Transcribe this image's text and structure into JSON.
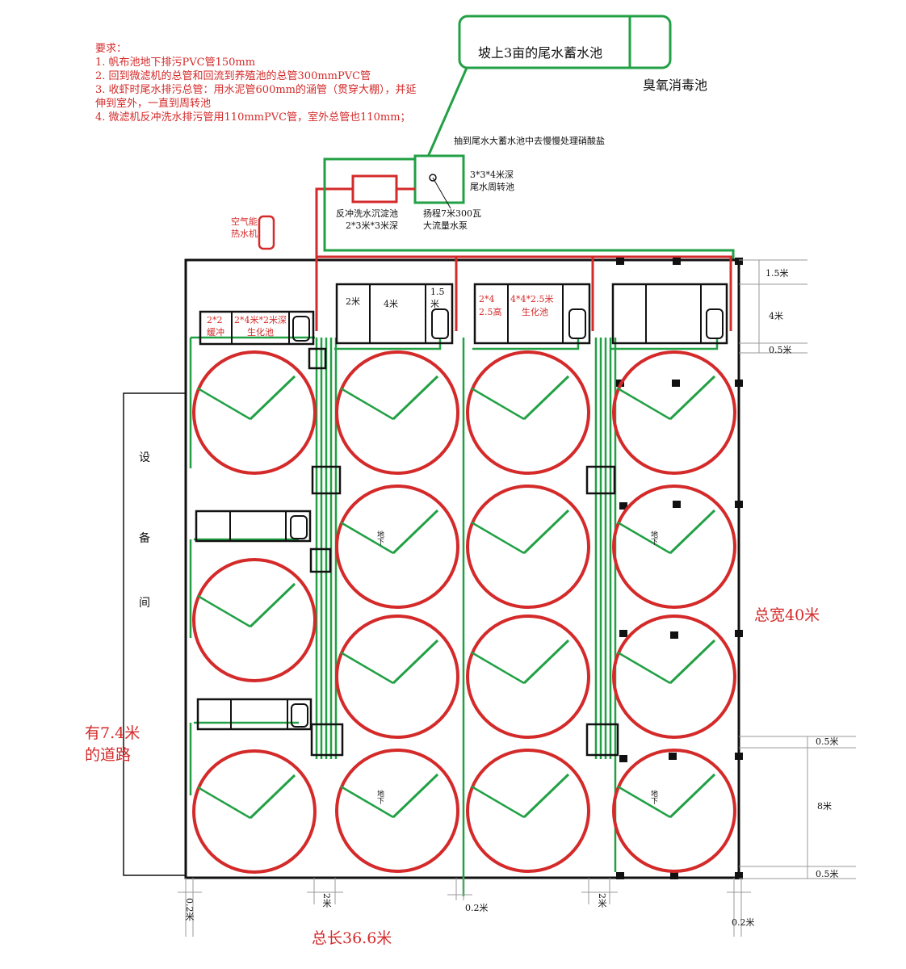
{
  "requirements": {
    "title": "要求：",
    "items": [
      "1. 帆布池地下排污PVC管150mm",
      "2. 回到微滤机的总管和回流到养殖池的总管300mmPVC管",
      "3. 收虾时尾水排污总管：用水泥管600mm的涵管（贯穿大棚），并延伸到室外，一直到周转池",
      "4. 微滤机反冲洗水排污管用110mmPVC管，室外总管也110mm；"
    ]
  },
  "labels": {
    "storage_pond": "坡上3亩的尾水蓄水池",
    "ozone_pond": "臭氧消毒池",
    "pump_note": "抽到尾水大蓄水池中去慢慢处理硝酸盐",
    "transfer_pond_line1": "3*3*4米深",
    "transfer_pond_line2": "尾水周转池",
    "pump_line1": "扬程7米300瓦",
    "pump_line2": "大流量水泵",
    "backwash_line1": "反冲洗水沉淀池",
    "backwash_line2": "2*3米*3米深",
    "heat_pump_line1": "空气能",
    "heat_pump_line2": "热水机",
    "buffer_line1": "2*2",
    "buffer_line2": "缓冲",
    "biochem1_line1": "2*4米*2米深",
    "biochem1_line2": "生化池",
    "unit_2m": "2米",
    "unit_4m": "4米",
    "unit_15a": "1.5",
    "unit_15b": "米",
    "biochem2_line1a": "2*4",
    "biochem2_line2a": "2.5高",
    "biochem2_line1b": "4*4*2.5米",
    "biochem2_line2b": "生化池",
    "equipment_room": [
      "设",
      "备",
      "间"
    ],
    "road_line1": "有7.4米",
    "road_line2": "的道路",
    "total_width": "总宽40米",
    "total_length": "总长36.6米",
    "underground": "地下",
    "dim_15m": "1.5米",
    "dim_4m": "4米",
    "dim_05m": "0.5米",
    "dim_8m": "8米",
    "dim_02m": "0.2米",
    "dim_2m": "2米"
  },
  "colors": {
    "red": "#d42a2a",
    "green": "#22a045",
    "black": "#111111",
    "gray": "#999999"
  }
}
